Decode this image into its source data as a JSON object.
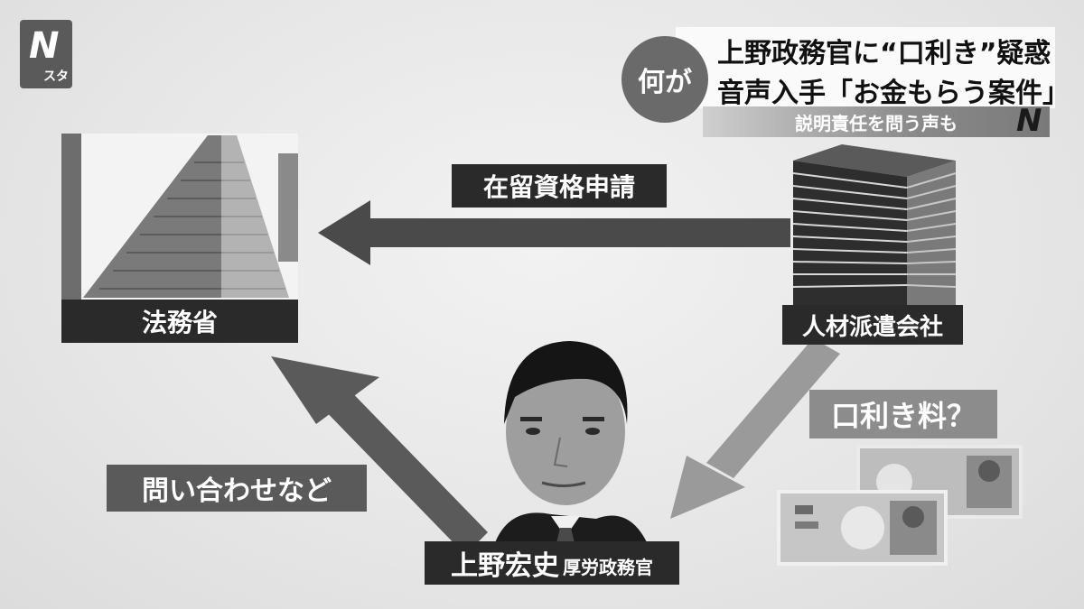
{
  "logo": {
    "letter": "N",
    "sub": "スタ"
  },
  "headline": {
    "question": "何が",
    "line1": "上野政務官に“口利き”疑惑",
    "line2": "音声入手「お金もらう案件」",
    "sub": "説明責任を問う声も",
    "corner_logo": "N"
  },
  "nodes": {
    "ministry": "法務省",
    "agency": "人材派遣会社",
    "person_name": "上野宏史",
    "person_title": "厚労政務官"
  },
  "edges": {
    "visa_application": "在留資格申請",
    "inquiry": "問い合わせなど",
    "fee": "口利き料？"
  },
  "colors": {
    "dark": "#2a2a2a",
    "grey": "#5a5a5a",
    "light": "#8c8c8c"
  }
}
